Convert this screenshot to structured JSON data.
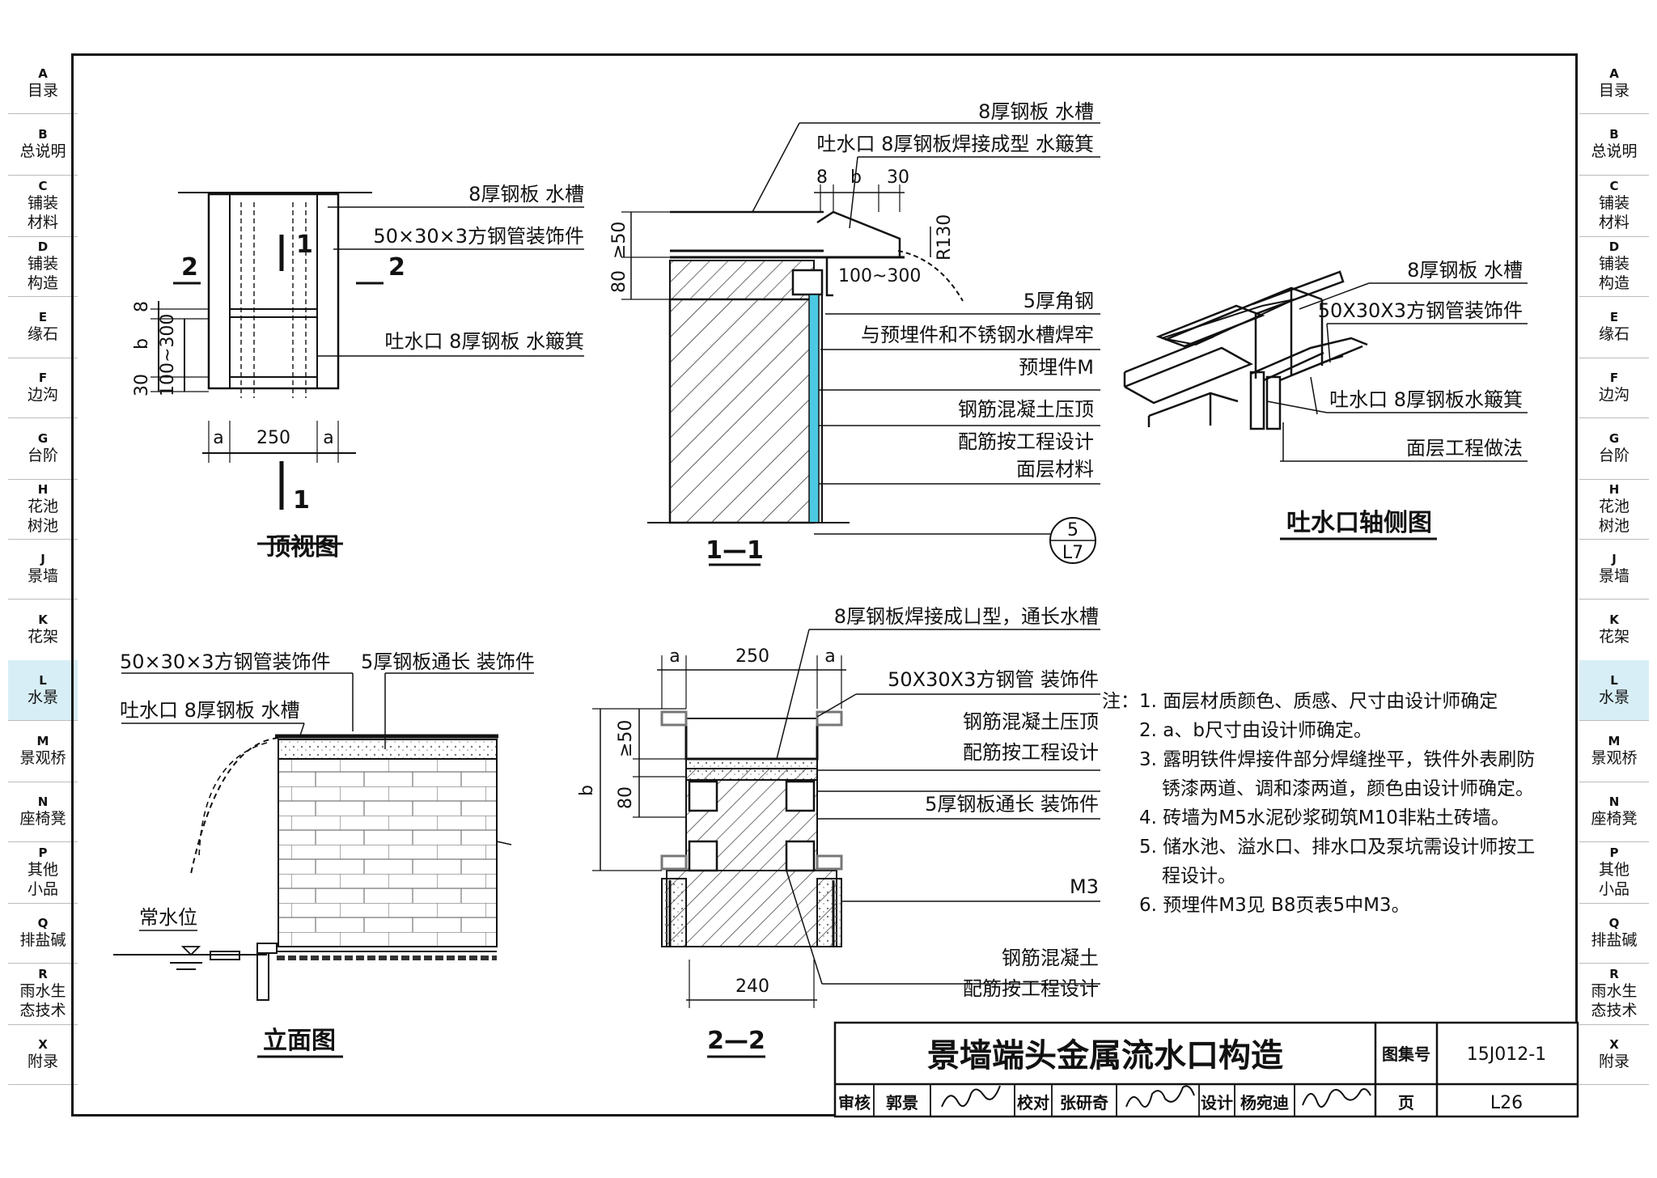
{
  "sidebar": {
    "items": [
      {
        "code": "A",
        "label": "目录"
      },
      {
        "code": "B",
        "label": "总说明"
      },
      {
        "code": "C",
        "label": "铺装 材料"
      },
      {
        "code": "D",
        "label": "铺装 构造"
      },
      {
        "code": "E",
        "label": "缘石"
      },
      {
        "code": "F",
        "label": "边沟"
      },
      {
        "code": "G",
        "label": "台阶"
      },
      {
        "code": "H",
        "label": "花池 树池"
      },
      {
        "code": "J",
        "label": "景墙"
      },
      {
        "code": "K",
        "label": "花架"
      },
      {
        "code": "L",
        "label": "水景"
      },
      {
        "code": "M",
        "label": "景观桥"
      },
      {
        "code": "N",
        "label": "座椅凳"
      },
      {
        "code": "P",
        "label": "其他 小品"
      },
      {
        "code": "Q",
        "label": "排盐碱"
      },
      {
        "code": "R",
        "label": "雨水生 态技术"
      },
      {
        "code": "X",
        "label": "附录"
      }
    ],
    "active_index": 10
  },
  "top_view": {
    "caption": "顶视图",
    "labels": {
      "steel_trough": "8厚钢板 水槽",
      "square_tube": "50×30×3方钢管装饰件",
      "spout": "吐水口 8厚钢板 水簸箕",
      "section2_left": "2",
      "section2_right": "2",
      "section1_top": "1",
      "section1_bottom": "1"
    },
    "dims": {
      "width": "250",
      "a_left": "a",
      "a_right": "a",
      "d8": "8",
      "b": "b",
      "range": "100~300",
      "d30": "30"
    }
  },
  "section_1_1": {
    "caption": "1—1",
    "labels": {
      "trough": "8厚钢板 水槽",
      "spout": "吐水口 8厚钢板焊接成型 水簸箕",
      "angle_steel": "5厚角钢",
      "weld": "与预埋件和不锈钢水槽焊牢",
      "embedded": "预埋件M",
      "rc_cap": "钢筋混凝土压顶",
      "rebar": "配筋按工程设计",
      "finish": "面层材料"
    },
    "dims": {
      "d8": "8",
      "b": "b",
      "d30": "30",
      "ge50": "≥50",
      "d80": "80",
      "range": "100~300",
      "r130": "R130"
    },
    "ref": {
      "number": "5",
      "sheet": "L7"
    }
  },
  "axonometric": {
    "caption": "吐水口轴侧图",
    "labels": {
      "trough": "8厚钢板 水槽",
      "square_tube": "50X30X3方钢管装饰件",
      "spout": "吐水口 8厚钢板水簸箕",
      "finish": "面层工程做法"
    }
  },
  "elevation": {
    "caption": "立面图",
    "labels": {
      "square_tube": "50×30×3方钢管装饰件",
      "plate": "5厚钢板通长 装饰件",
      "spout": "吐水口 8厚钢板 水槽",
      "water_level": "常水位"
    }
  },
  "section_2_2": {
    "caption": "2—2",
    "labels": {
      "channel": "8厚钢板焊接成ㄩ型，通长水槽",
      "square_tube": "50X30X3方钢管 装饰件",
      "rc_cap": "钢筋混凝土压顶",
      "rebar": "配筋按工程设计",
      "plate": "5厚钢板通长 装饰件",
      "m3": "M3",
      "rc": "钢筋混凝土",
      "rebar2": "配筋按工程设计"
    },
    "dims": {
      "width": "250",
      "a_left": "a",
      "a_right": "a",
      "b": "b",
      "ge50": "≥50",
      "d80": "80",
      "base": "240"
    }
  },
  "notes": {
    "prefix": "注：",
    "lines": [
      "1. 面层材质颜色、质感、尺寸由设计师确定",
      "2. a、b尺寸由设计师确定。",
      "3. 露明铁件焊接件部分焊缝挫平，铁件外表刷防",
      "锈漆两道、调和漆两道，颜色由设计师确定。",
      "4. 砖墙为M5水泥砂浆砌筑M10非粘土砖墙。",
      "5. 储水池、溢水口、排水口及泵坑需设计师按工",
      "程设计。",
      "6. 预埋件M3见 B8页表5中M3。"
    ]
  },
  "title_block": {
    "title": "景墙端头金属流水口构造",
    "atlas_label": "图集号",
    "atlas_no": "15J012-1",
    "review_label": "审核",
    "reviewer": "郭景",
    "check_label": "校对",
    "checker": "张研奇",
    "design_label": "设计",
    "designer": "杨宛迪",
    "page_label": "页",
    "page_no": "L26"
  }
}
